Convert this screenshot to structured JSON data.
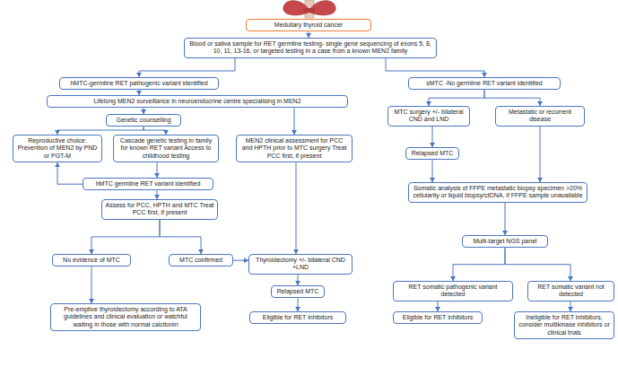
{
  "diagram": {
    "nodes": [
      {
        "text": [
          "Medullary thyroid cancer"
        ]
      },
      {
        "text": [
          "Blood or saliva sample for RET germline testing- single gene sequencing of exons 5, 8, 10, 11, 13-16, or targeted testing in a case from a known MEN2 family"
        ]
      },
      {
        "text": [
          "hMTC-germline RET pathogenic variant identified"
        ]
      },
      {
        "text": [
          "sMTC -No germline RET variant identified"
        ]
      },
      {
        "text": [
          "Lifelong MEN2 surveillance in neuroendocrine centre specialising in MEN2"
        ]
      },
      {
        "text": [
          "Genetic counselling"
        ]
      },
      {
        "text": [
          "MTC surgery +/- bilateral CND and LND"
        ]
      },
      {
        "text": [
          "Metastatic or recurrent disease"
        ]
      },
      {
        "text": [
          "Reproductive choice: Prevention of MEN2 by PND or PGT-M"
        ]
      },
      {
        "text": [
          "Cascade genetic testing in family for known RET variant Access to childhood testing"
        ]
      },
      {
        "text": [
          "MEN2 clinical assessment for PCC and HPTH prior to MTC surgery Treat PCC first, if present"
        ]
      },
      {
        "text": [
          "Relapsed MTC"
        ]
      },
      {
        "text": [
          "hMTC germline RET variant identified"
        ]
      },
      {
        "text": [
          "Somatic analysis of FFPE metastatic biopsy specimen >20% cellularity or liquid biopsy/ctDNA, if FFPE sample unavailable"
        ]
      },
      {
        "text": [
          "Assess for PCC, HPTH and MTC Treat PCC first, if present"
        ]
      },
      {
        "text": [
          "Multi-target NGS panel"
        ]
      },
      {
        "text": [
          "No evidence of MTC"
        ]
      },
      {
        "text": [
          "MTC confirmed"
        ]
      },
      {
        "text": [
          "Thyroidectomy +/- bilateral CND +LND"
        ]
      },
      {
        "text": [
          "Relapsed MTC"
        ]
      },
      {
        "text": [
          "RET somatic pathogenic variant detected"
        ]
      },
      {
        "text": [
          "RET somatic variant not detected"
        ]
      },
      {
        "text": [
          "Pre-emptive thyroidectomy according to ATA guidelines and clinical evaluation or watchful waiting in those with normal calcitonin"
        ]
      },
      {
        "text": [
          "Eligible for RET inhibitors"
        ]
      },
      {
        "text": [
          "Eligible for RET inhibitors"
        ]
      },
      {
        "text": [
          "Ineligible for RET inhibitors, consider multikinase inhibitors or clinical trials"
        ]
      }
    ],
    "edges": [
      {
        "from": 0,
        "to": 1,
        "arrow": "to"
      },
      {
        "from": 1,
        "to": 2,
        "arrow": "to"
      },
      {
        "from": 1,
        "to": 3,
        "arrow": "to"
      },
      {
        "from": 2,
        "to": 4,
        "arrow": "to"
      },
      {
        "from": 4,
        "to": 5,
        "arrow": "to"
      },
      {
        "from": 4,
        "to": 10,
        "arrow": "to"
      },
      {
        "from": 5,
        "to": 8,
        "arrow": "to"
      },
      {
        "from": 5,
        "to": 9,
        "arrow": "to"
      },
      {
        "from": 9,
        "to": 12,
        "arrow": "to"
      },
      {
        "from": 12,
        "to": 8,
        "arrow": "to"
      },
      {
        "from": 12,
        "to": 14,
        "arrow": "to"
      },
      {
        "from": 14,
        "to": 16,
        "arrow": "to"
      },
      {
        "from": 14,
        "to": 17,
        "arrow": "to"
      },
      {
        "from": 16,
        "to": 22,
        "arrow": "to"
      },
      {
        "from": 17,
        "to": 18,
        "arrow": "to"
      },
      {
        "from": 10,
        "to": 18,
        "arrow": "to"
      },
      {
        "from": 18,
        "to": 19,
        "arrow": "to"
      },
      {
        "from": 19,
        "to": 23,
        "arrow": "to"
      },
      {
        "from": 3,
        "to": 6,
        "arrow": "to"
      },
      {
        "from": 3,
        "to": 7,
        "arrow": "to"
      },
      {
        "from": 6,
        "to": 11,
        "arrow": "to"
      },
      {
        "from": 11,
        "to": 13,
        "arrow": "to"
      },
      {
        "from": 7,
        "to": 13,
        "arrow": "to"
      },
      {
        "from": 13,
        "to": 15,
        "arrow": "to"
      },
      {
        "from": 15,
        "to": 20,
        "arrow": "to"
      },
      {
        "from": 15,
        "to": 21,
        "arrow": "to"
      },
      {
        "from": 20,
        "to": 24,
        "arrow": "to"
      },
      {
        "from": 21,
        "to": 25,
        "arrow": "to"
      }
    ]
  }
}
